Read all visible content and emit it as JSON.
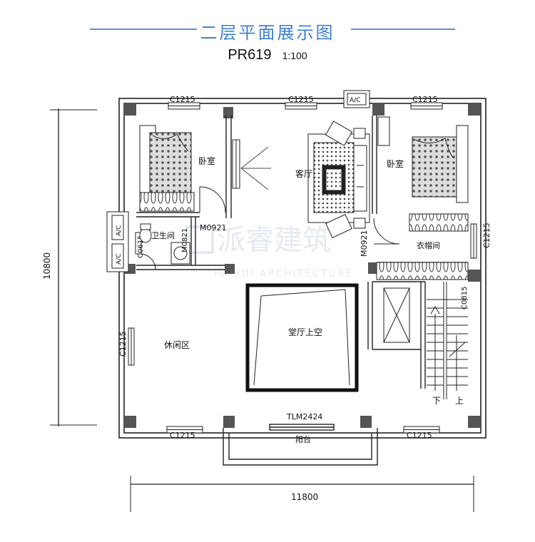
{
  "header": {
    "title": "二层平面展示图",
    "plan_code": "PR619",
    "scale": "1:100"
  },
  "dimensions": {
    "height": "10800",
    "width": "11800"
  },
  "rooms": {
    "bedroom_left": "卧室",
    "living_room": "客厅",
    "bedroom_right": "卧室",
    "bathroom": "卫生间",
    "closet": "衣帽间",
    "hall_void": "堂厅上空",
    "leisure": "休闲区",
    "balcony": "阳台"
  },
  "labels": {
    "window_top_left": "C1215",
    "window_top_mid": "C1215",
    "window_top_right": "C1215",
    "window_bottom_left": "C1215",
    "window_bottom_right": "C1215",
    "window_left": "C1215",
    "window_right": "C1215",
    "window_stair": "C0815",
    "window_bath": "C0615",
    "door_bedroom": "M0921",
    "door_bath": "M0821",
    "door_closet": "M0921",
    "balcony_door": "TLM2424",
    "ac_top": "A/C",
    "ac_left_1": "A/C",
    "ac_left_2": "A/C",
    "stair_down": "下",
    "stair_up": "上"
  },
  "watermark": {
    "cn": "派睿建筑",
    "en": "PAIRUI ARCHITECTURE"
  }
}
